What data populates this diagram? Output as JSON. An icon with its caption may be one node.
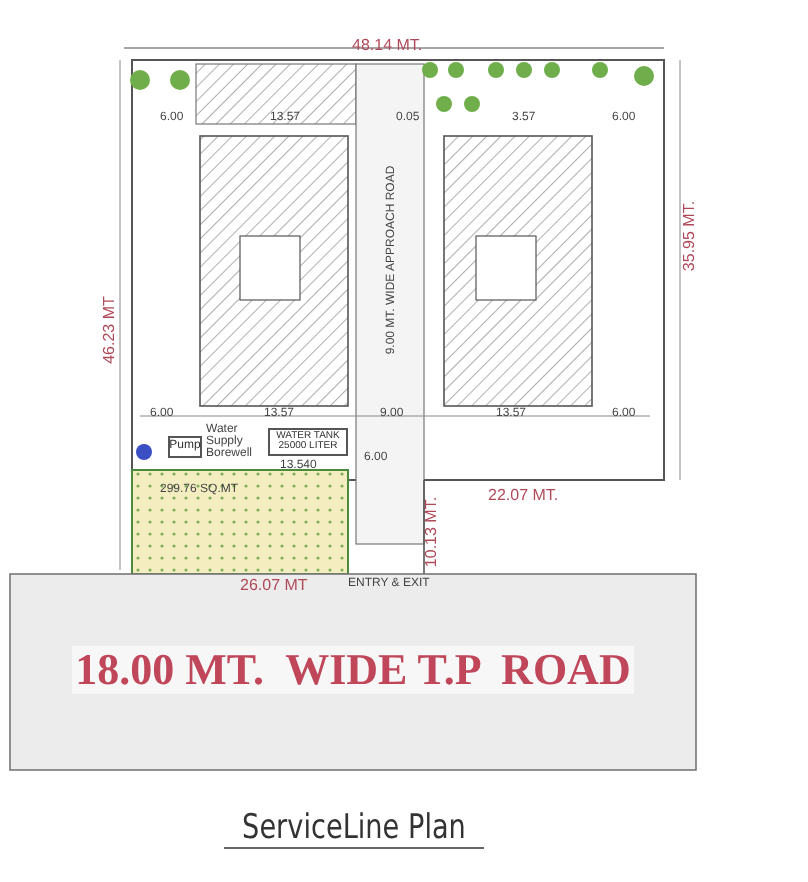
{
  "diagram": {
    "caption": "ServiceLine Plan",
    "nodes": [
      {
        "text": [
          "Pump"
        ]
      },
      {
        "text": [
          "WATER TANK 25000 LITER"
        ]
      },
      {
        "text": [
          "18.00 MT.  WIDE T.P  ROAD"
        ]
      }
    ],
    "labels": [
      "48.14 MT.",
      "6.00",
      "13.57",
      "0.05",
      "3.57",
      "6.00",
      "9.00 MT. WIDE APPROACH ROAD",
      "46.23 MT",
      "35.95 MT.",
      "6.00",
      "13.57",
      "9.00",
      "13.57",
      "6.00",
      "Water Supply Borewell",
      "6.00",
      "22.07 MT.",
      "13.540",
      "299.76 SQ.MT",
      "10.13 MT.",
      "26.07 MT",
      "ENTRY & EXIT"
    ]
  }
}
